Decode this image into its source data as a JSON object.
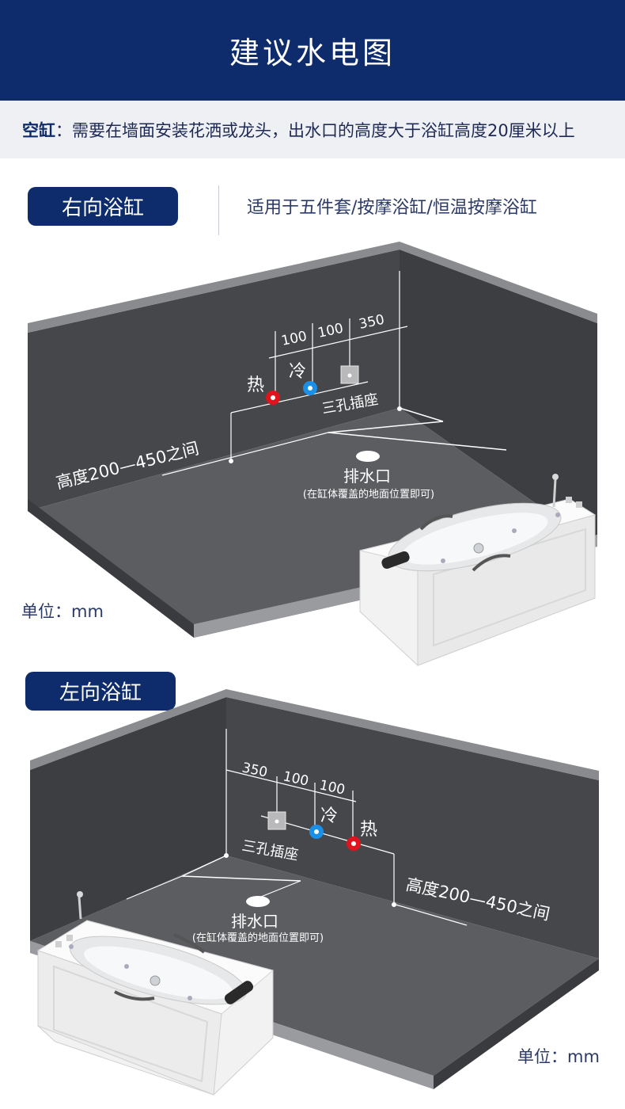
{
  "header": {
    "title": "建议水电图"
  },
  "note": {
    "label": "空缸",
    "separator": "：",
    "text": "需要在墙面安装花洒或龙头，出水口的高度大于浴缸高度20厘米以上"
  },
  "right_section": {
    "pill": "右向浴缸",
    "description": "适用于五件套/按摩浴缸/恒温按摩浴缸",
    "dims": [
      "100",
      "100",
      "350"
    ],
    "hot": "热",
    "cold": "冷",
    "socket": "三孔插座",
    "height": "高度200—450之间",
    "drain": "排水口",
    "drain_note": "(在缸体覆盖的地面位置即可)",
    "unit": "单位：mm"
  },
  "left_section": {
    "pill": "左向浴缸",
    "dims": [
      "350",
      "100",
      "100"
    ],
    "hot": "热",
    "cold": "冷",
    "socket": "三孔插座",
    "height": "高度200—450之间",
    "drain": "排水口",
    "drain_note": "(在缸体覆盖的地面位置即可)",
    "unit": "单位：mm"
  },
  "colors": {
    "navy": "#0e2c6b",
    "wall": "#46474b",
    "floor": "#5c5d61",
    "hot": "#e0141e",
    "cold": "#1a8fe8"
  }
}
